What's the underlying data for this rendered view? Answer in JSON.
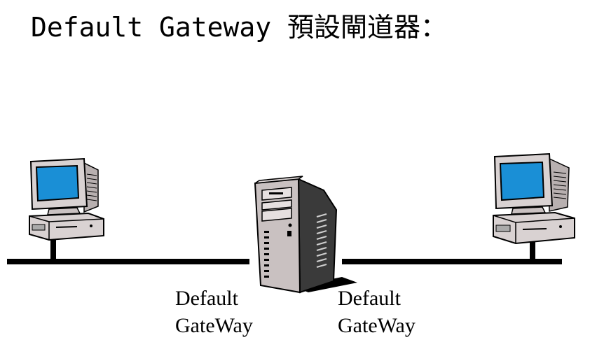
{
  "title": "Default Gateway 預設閘道器：",
  "labels": {
    "left": {
      "line1": "Default",
      "line2": "GateWay"
    },
    "right": {
      "line1": "Default",
      "line2": "GateWay"
    }
  },
  "icons": [
    "computer-icon",
    "server-icon",
    "computer-icon"
  ],
  "colors": {
    "screen": "#1a8fd6",
    "server_body": "#c9c1c1",
    "line": "#000000"
  }
}
